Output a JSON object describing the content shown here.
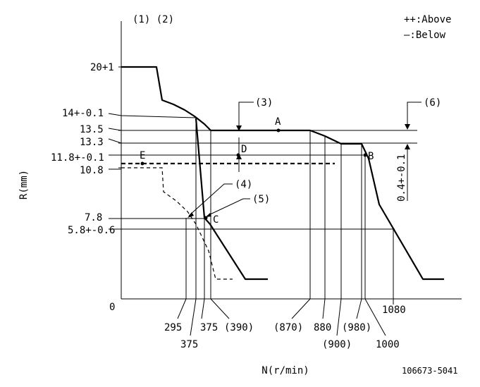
{
  "header": {
    "refs": "(1) (2)",
    "legend_above": "++:Above",
    "legend_below": "—:Below"
  },
  "axes": {
    "y_label": "R(mm)",
    "x_label": "N(r/min)",
    "origin": "0"
  },
  "y_labels": {
    "r20": "20+1",
    "r14": "14+-0.1",
    "r13_5": "13.5",
    "r13_3": "13.3",
    "r11_8": "11.8+-0.1",
    "r10_8": "10.8",
    "r7_8": "7.8",
    "r5_8": "5.8+-0.6"
  },
  "x_labels": {
    "n295": "295",
    "n375a": "375",
    "n375b": "375",
    "n390": "(390)",
    "n870": "(870)",
    "n880": "880",
    "n900": "(900)",
    "n980": "(980)",
    "n1000": "1000",
    "n1080": "1080"
  },
  "points": {
    "A": "A",
    "B": "B",
    "C": "C",
    "D": "D",
    "E": "E"
  },
  "callouts": {
    "c3": "(3)",
    "c4": "(4)",
    "c5": "(5)",
    "c6": "(6)",
    "tol": "0.4+-0.1"
  },
  "footer": {
    "drawing_id": "106673-5041"
  }
}
